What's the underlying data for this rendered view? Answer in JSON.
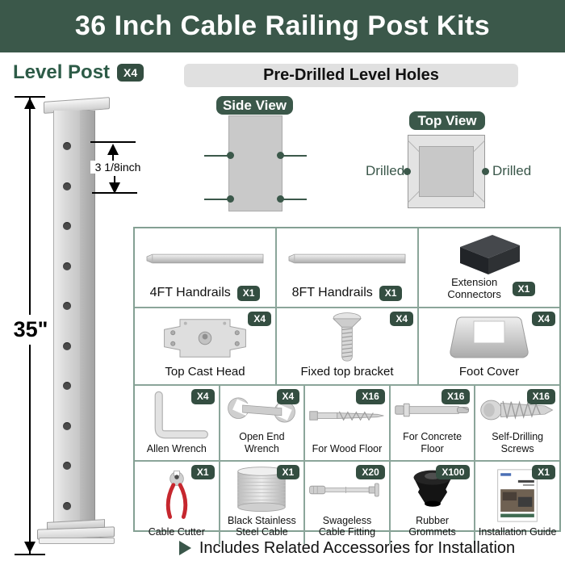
{
  "banner": {
    "title": "36 Inch Cable Railing Post Kits"
  },
  "level_post": {
    "label": "Level Post",
    "qty": "X4",
    "height_label": "35\"",
    "hole_spacing_label": "3 1/8inch"
  },
  "pre_drilled": {
    "header": "Pre-Drilled Level Holes",
    "side_view_label": "Side View",
    "top_view_label": "Top View",
    "drilled_left": "Drilled",
    "drilled_right": "Drilled"
  },
  "kit": {
    "rows": [
      [
        {
          "label": "4FT Handrails",
          "qty": "X1",
          "icon": "handrail-icon"
        },
        {
          "label": "8FT Handrails",
          "qty": "X1",
          "icon": "handrail-icon"
        },
        {
          "label": "Extension Connectors",
          "qty": "X1",
          "icon": "extension-connector-icon"
        }
      ],
      [
        {
          "label": "Top Cast Head",
          "qty": "X4",
          "icon": "top-cast-head-icon"
        },
        {
          "label": "Fixed top bracket",
          "qty": "X4",
          "icon": "screw-bracket-icon"
        },
        {
          "label": "Foot Cover",
          "qty": "X4",
          "icon": "foot-cover-icon"
        }
      ],
      [
        {
          "label": "Allen Wrench",
          "qty": "X4",
          "icon": "allen-wrench-icon"
        },
        {
          "label": "Open End Wrench",
          "qty": "X4",
          "icon": "open-end-wrench-icon"
        },
        {
          "label": "For Wood Floor",
          "qty": "X16",
          "icon": "wood-screw-icon"
        },
        {
          "label": "For Concrete Floor",
          "qty": "X16",
          "icon": "concrete-anchor-icon"
        },
        {
          "label": "Self-Drilling Screws",
          "qty": "X16",
          "icon": "self-drilling-screw-icon"
        }
      ],
      [
        {
          "label": "Cable Cutter",
          "qty": "X1",
          "icon": "cable-cutter-icon"
        },
        {
          "label": "Black Stainless Steel Cable",
          "qty": "X1",
          "icon": "cable-spool-icon"
        },
        {
          "label": "Swageless Cable Fitting",
          "qty": "X20",
          "icon": "swageless-fitting-icon"
        },
        {
          "label": "Rubber Grommets",
          "qty": "X100",
          "icon": "grommet-icon"
        },
        {
          "label": "Installation Guide",
          "qty": "X1",
          "icon": "installation-guide-icon"
        }
      ]
    ],
    "footer_note": "Includes Related Accessories for Installation"
  },
  "colors": {
    "banner_green": "#3b584a",
    "badge_green": "#344e41",
    "table_border_green": "#84a093",
    "pill_gray": "#e0e0e0",
    "cutter_red": "#c6272e"
  }
}
